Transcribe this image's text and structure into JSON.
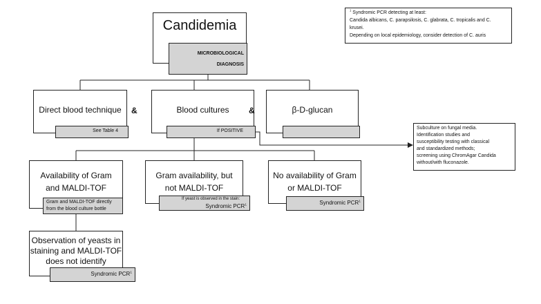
{
  "root": {
    "title": "Candidemia",
    "diagnosis_line1": "MICROBIOLOGICAL",
    "diagnosis_line2": "DIAGNOSIS"
  },
  "footnote": {
    "marker": "1",
    "line1": "Syndromic PCR detecting at least:",
    "line2": "Candida albicans, C. parapsilosis, C. glabrata, C. tropicalis and C.",
    "line3": "krusei.",
    "line4": "Depending on local epidemiology, consider detection of C. auris"
  },
  "methods": {
    "direct": {
      "title": "Direct blood technique",
      "tag": "See Table 4"
    },
    "amp1": "&",
    "cultures": {
      "title": "Blood cultures",
      "tag": "If POSITIVE"
    },
    "amp2": "&",
    "glucan": {
      "title": "β-D-glucan"
    }
  },
  "subculture": {
    "line1": "Subculture on fungal media.",
    "line2": "Identification studies and",
    "line3": "susceptibility testing with classical",
    "line4": "and standardized methods;",
    "line5": "screening using ChromAgar Candida",
    "line6": "without/with fluconazole."
  },
  "branches": {
    "gram_maldi": {
      "line1": "Availability of Gram",
      "line2": "and MALDI-TOF",
      "tag1": "Gram and MALDI-TOF directly",
      "tag2": "from the blood culture bottle"
    },
    "gram_only": {
      "line1": "Gram availability, but",
      "line2": "not MALDI-TOF",
      "tag1": "If yeast is observed in the stain:",
      "tag2": "Syndromic PCR",
      "marker": "1"
    },
    "none": {
      "line1": "No availability of Gram",
      "line2": "or MALDI-TOF",
      "tag": "Syndromic PCR",
      "marker": "1"
    }
  },
  "observation": {
    "line1": "Observation of yeasts in",
    "line2": "staining and MALDI-TOF",
    "line3": "does not identify",
    "tag": "Syndromic PCR",
    "marker": "1"
  }
}
